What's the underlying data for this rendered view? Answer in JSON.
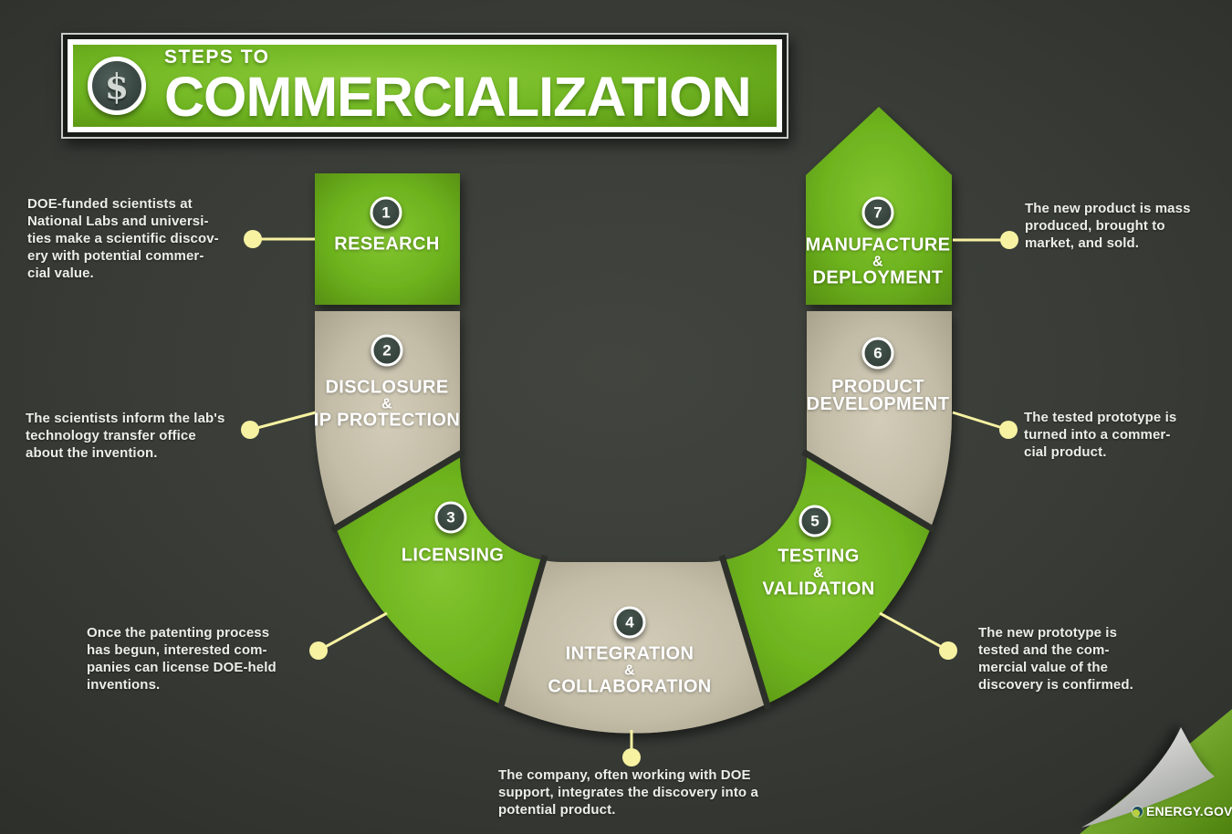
{
  "header": {
    "kicker": "STEPS TO",
    "title": "COMMERCIALIZATION",
    "icon": "dollar-sign",
    "dollar_glyph": "$"
  },
  "steps": [
    {
      "number": "1",
      "color": "green",
      "label_lines": [
        "RESEARCH"
      ],
      "description": "DOE-funded scientists at\nNational Labs and universi-\nties make a scientific discov-\nery with potential commer-\ncial value."
    },
    {
      "number": "2",
      "color": "tan",
      "label_lines": [
        "DISCLOSURE",
        "&",
        "IP PROTECTION"
      ],
      "description": "The scientists inform the lab's\ntechnology transfer office\nabout the invention."
    },
    {
      "number": "3",
      "color": "green",
      "label_lines": [
        "LICENSING"
      ],
      "description": "Once the patenting process\nhas begun, interested com-\npanies can license DOE-held\ninventions."
    },
    {
      "number": "4",
      "color": "tan",
      "label_lines": [
        "INTEGRATION",
        "&",
        "COLLABORATION"
      ],
      "description": "The company, often working with DOE\nsupport, integrates the discovery into a\npotential product."
    },
    {
      "number": "5",
      "color": "green",
      "label_lines": [
        "TESTING",
        "&",
        "VALIDATION"
      ],
      "description": "The new prototype is\ntested and the com-\nmercial value of the\ndiscovery is confirmed."
    },
    {
      "number": "6",
      "color": "tan",
      "label_lines": [
        "PRODUCT",
        "DEVELOPMENT"
      ],
      "description": "The tested prototype is\nturned into a commer-\ncial product."
    },
    {
      "number": "7",
      "color": "green",
      "label_lines": [
        "MANUFACTURE",
        "&",
        "DEPLOYMENT"
      ],
      "description": "The new product is mass\nproduced, brought to\nmarket, and sold."
    }
  ],
  "footer": {
    "brand": "ENERGY.GOV",
    "icon": "doe-seal"
  },
  "palette": {
    "background": "#393c37",
    "segment_green": "#6db31e",
    "segment_tan": "#c3bda8",
    "banner_green": "#72b723",
    "connector_yellow": "#f6f2a2",
    "badge_fill": "#36443f",
    "text_white": "#edeee8"
  }
}
